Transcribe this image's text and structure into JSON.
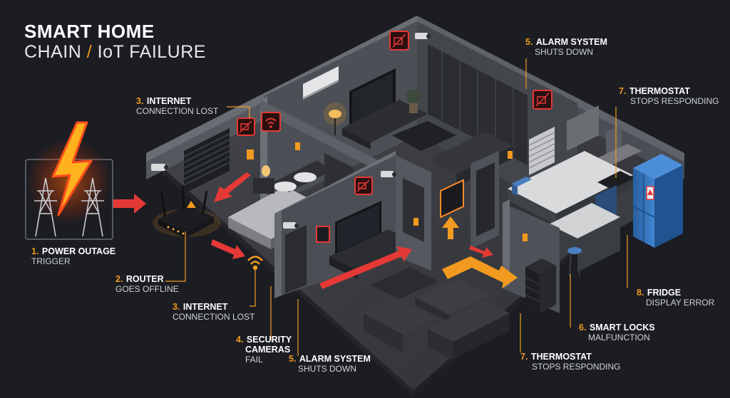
{
  "title": {
    "line1": "SMART HOME",
    "line2a": "CHAIN",
    "slash": "/",
    "line2b": "IoT FAILURE"
  },
  "labels": [
    {
      "id": "power-outage",
      "num": "1.",
      "head": "POWER OUTAGE",
      "sub": "TRIGGER"
    },
    {
      "id": "router",
      "num": "2.",
      "head": "ROUTER",
      "sub": "GOES OFFLINE"
    },
    {
      "id": "internet-top",
      "num": "3.",
      "head": "INTERNET",
      "sub": "CONNECTION LOST"
    },
    {
      "id": "internet-bottom",
      "num": "3.",
      "head": "INTERNET",
      "sub": "CONNECTION LOST"
    },
    {
      "id": "security-cameras",
      "num": "4.",
      "head": "SECURITY",
      "head2": "CAMERAS",
      "sub": "FAIL"
    },
    {
      "id": "alarm-top",
      "num": "5.",
      "head": "ALARM SYSTEM",
      "sub": "SHUTS DOWN"
    },
    {
      "id": "alarm-bottom",
      "num": "5.",
      "head": "ALARM SYSTEM",
      "sub": "SHUTS DOWN"
    },
    {
      "id": "smart-locks",
      "num": "6.",
      "head": "SMART LOCKS",
      "sub": "MALFUNCTION"
    },
    {
      "id": "thermostat-top",
      "num": "7.",
      "head": "THERMOSTAT",
      "sub": "STOPS RESPONDING"
    },
    {
      "id": "thermostat-bottom",
      "num": "7.",
      "head": "THERMOSTAT",
      "sub": "STOPS RESPONDING"
    },
    {
      "id": "fridge",
      "num": "8.",
      "head": "FRIDGE",
      "sub": "DISPLAY ERROR"
    }
  ],
  "colors": {
    "background": "#1b1d22",
    "accent": "#f29a1f",
    "alert": "#e53935",
    "wall": "#4a4d53",
    "floor": "#3a3c41",
    "fridge": "#2f6fb5"
  }
}
